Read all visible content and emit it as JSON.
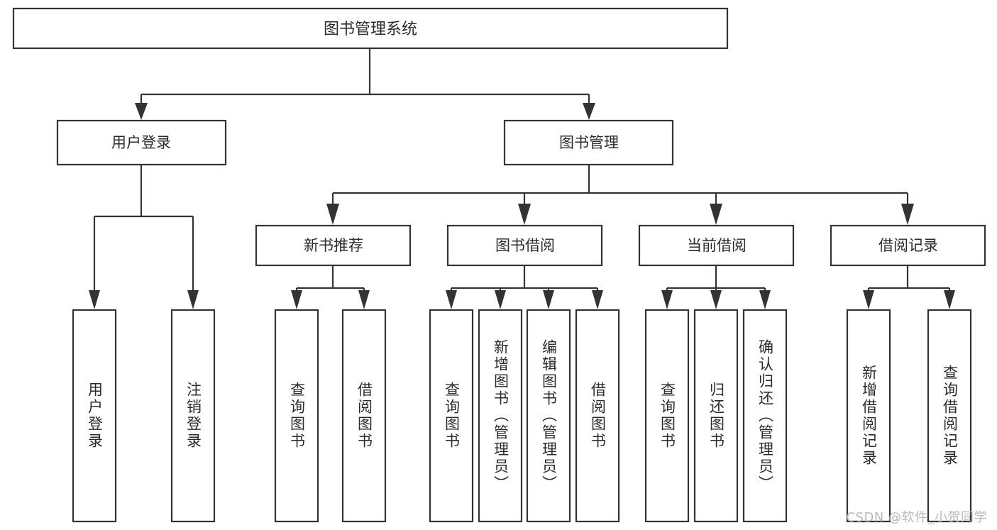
{
  "diagram": {
    "title": "图书管理系统",
    "type": "hierarchy-tree",
    "watermark": "CSDN @软件_小贺同学",
    "colors": {
      "background": "#ffffff",
      "box_fill": "#ffffff",
      "box_stroke": "#333333",
      "text": "#2b2b2b",
      "watermark": "#b9b9b9"
    },
    "root": {
      "label": "图书管理系统"
    },
    "level2": [
      {
        "label": "用户登录"
      },
      {
        "label": "图书管理"
      }
    ],
    "level3": [
      {
        "label": "新书推荐"
      },
      {
        "label": "图书借阅"
      },
      {
        "label": "当前借阅"
      },
      {
        "label": "借阅记录"
      }
    ],
    "leaves": {
      "user_login": [
        {
          "label": "用户登录"
        },
        {
          "label": "注销登录"
        }
      ],
      "new_book_recommend": [
        {
          "label": "查询图书"
        },
        {
          "label": "借阅图书"
        }
      ],
      "book_borrow": [
        {
          "label": "查询图书"
        },
        {
          "label": "新增图书（管理员）"
        },
        {
          "label": "编辑图书（管理员）"
        },
        {
          "label": "借阅图书"
        }
      ],
      "current_borrow": [
        {
          "label": "查询图书"
        },
        {
          "label": "归还图书"
        },
        {
          "label": "确认归还（管理员）"
        }
      ],
      "borrow_record": [
        {
          "label": "新增借阅记录"
        },
        {
          "label": "查询借阅记录"
        }
      ]
    }
  }
}
